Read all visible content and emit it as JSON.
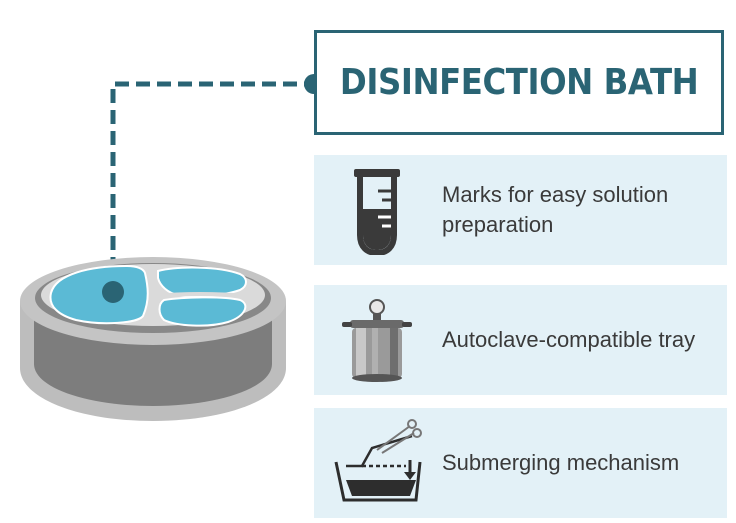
{
  "title": "DISINFECTION BATH",
  "features": [
    {
      "label": "Marks for easy solution preparation",
      "icon": "test-tube-icon"
    },
    {
      "label": "Autoclave-compatible tray",
      "icon": "autoclave-icon"
    },
    {
      "label": "Submerging mechanism",
      "icon": "submerge-tray-icon"
    }
  ],
  "colors": {
    "accent": "#2a6474",
    "panel": "#e3f1f7",
    "water": "#5bbad5",
    "device_gray": "#7d7d7d"
  }
}
